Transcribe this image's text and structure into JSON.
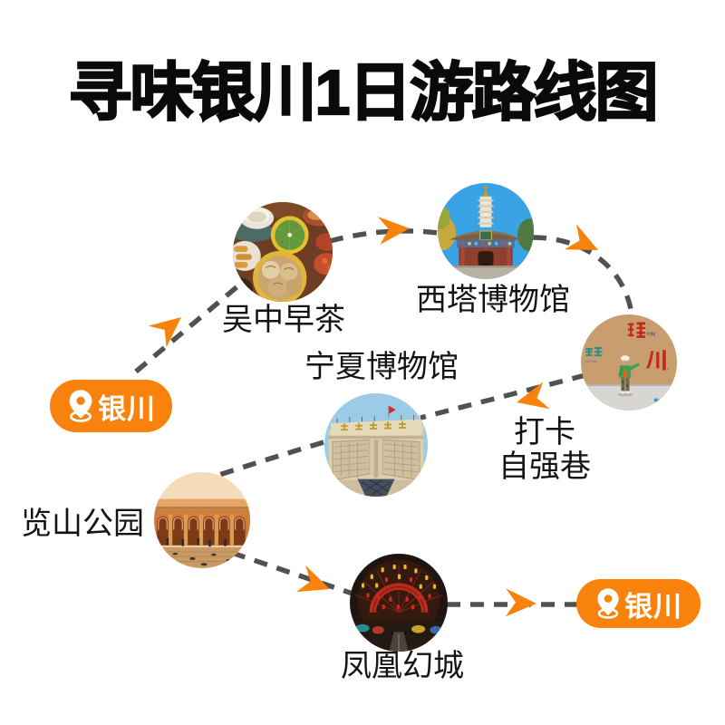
{
  "title": "寻味银川1日游路线图",
  "colors": {
    "accent_orange": "#F8820C",
    "route_gray": "#515151",
    "text_black": "#141414"
  },
  "start_pin": {
    "label": "银川",
    "icon": "location-pin-icon"
  },
  "end_pin": {
    "label": "银川",
    "icon": "location-pin-icon"
  },
  "stops": [
    {
      "label": "吴中早茶",
      "photo": "dimsum-breakfast-photo"
    },
    {
      "label": "西塔博物馆",
      "photo": "west-pagoda-museum-photo"
    },
    {
      "label_line1": "打卡",
      "label_line2": "自强巷",
      "photo": "ziqiang-alley-wall-photo"
    },
    {
      "label": "宁夏博物馆",
      "photo": "ningxia-museum-photo"
    },
    {
      "label": "览山公园",
      "photo": "lanshan-park-arches-photo"
    },
    {
      "label": "凤凰幻城",
      "photo": "phoenix-city-lanterns-photo"
    }
  ]
}
